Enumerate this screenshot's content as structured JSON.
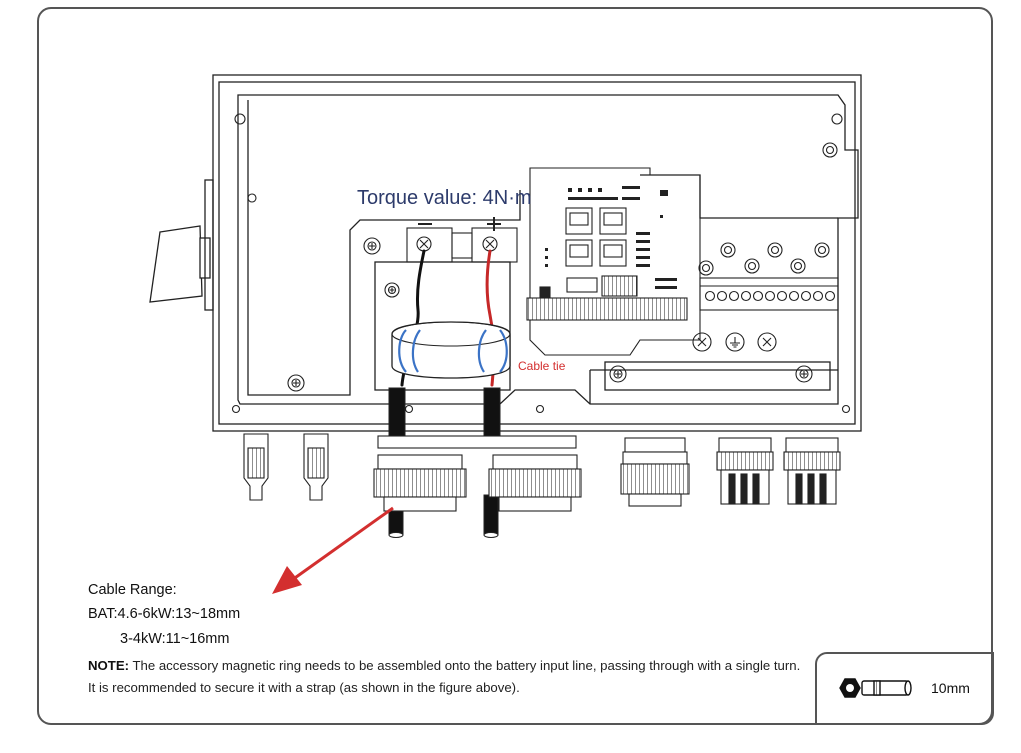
{
  "torque_label": "Torque value: 4N·m",
  "cable_tie_label": "Cable tie",
  "cable_range": {
    "title": "Cable Range:",
    "line1": "BAT:4.6-6kW:13~18mm",
    "line2": "3-4kW:11~16mm"
  },
  "note": {
    "prefix": "NOTE:",
    "text": " The accessory magnetic ring needs to be assembled onto the battery input line, passing through with a single turn. It is recommended to secure it with a strap (as shown in the figure above)."
  },
  "tool": {
    "label": "10mm",
    "icon": "socket-wrench-icon"
  },
  "colors": {
    "line": "#222222",
    "annotation_red": "#d32f2f",
    "cable_red": "#c62828",
    "ring_blue": "#3b73c6",
    "label_navy": "#2d3b6b"
  }
}
